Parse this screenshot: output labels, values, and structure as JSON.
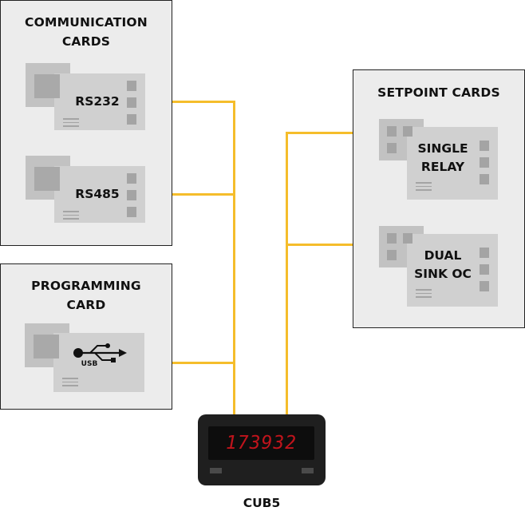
{
  "communication": {
    "title_line1": "COMMUNICATION",
    "title_line2": "CARDS"
  },
  "comm_cards": [
    {
      "label": "RS232"
    },
    {
      "label": "RS485"
    }
  ],
  "programming": {
    "title_line1": "PROGRAMMING",
    "title_line2": "CARD",
    "usb_label": "USB"
  },
  "setpoint": {
    "title": "SETPOINT CARDS"
  },
  "setpoint_cards": [
    {
      "label_line1": "SINGLE",
      "label_line2": "RELAY"
    },
    {
      "label_line1": "DUAL",
      "label_line2": "SINK OC"
    }
  ],
  "device": {
    "display_value": "173932",
    "name": "CUB5"
  },
  "colors": {
    "wire": "#f5bd2b",
    "panel": "#ececec",
    "card": "#d0d0d0",
    "display_text": "#c0141c"
  }
}
